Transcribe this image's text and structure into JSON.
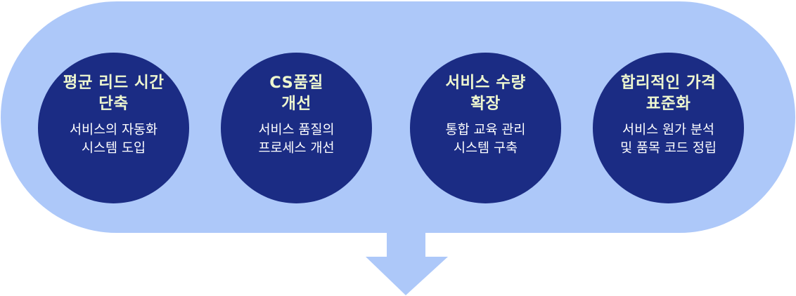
{
  "colors": {
    "pill": "#adc8f9",
    "circle": "#1b2c84",
    "title": "#eef7cf",
    "description": "#ffffff",
    "arrow": "#adc8f9"
  },
  "items": [
    {
      "title_line1": "평균 리드 시간",
      "title_line2": "단축",
      "desc_line1": "서비스의 자동화",
      "desc_line2": "시스템 도입"
    },
    {
      "title_line1": "CS품질",
      "title_line2": "개선",
      "desc_line1": "서비스 품질의",
      "desc_line2": "프로세스 개선"
    },
    {
      "title_line1": "서비스 수량",
      "title_line2": "확장",
      "desc_line1": "통합 교육 관리",
      "desc_line2": "시스템 구축"
    },
    {
      "title_line1": "합리적인 가격",
      "title_line2": "표준화",
      "desc_line1": "서비스 원가 분석",
      "desc_line2": "및 품목 코드 정립"
    }
  ]
}
